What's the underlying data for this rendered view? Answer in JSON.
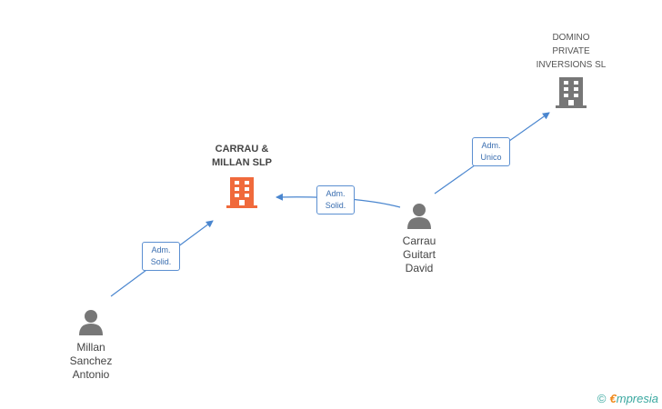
{
  "nodes": {
    "carrau_millan": {
      "line1": "CARRAU &",
      "line2": "MILLAN SLP"
    },
    "domino": {
      "line1": "DOMINO",
      "line2": "PRIVATE",
      "line3": "INVERSIONS SL"
    },
    "carrau_guitart": {
      "line1": "Carrau",
      "line2": "Guitart",
      "line3": "David"
    },
    "millan_sanchez": {
      "line1": "Millan",
      "line2": "Sanchez",
      "line3": "Antonio"
    }
  },
  "edges": {
    "millan_to_carrau": {
      "line1": "Adm.",
      "line2": "Solid."
    },
    "guitart_to_carrau": {
      "line1": "Adm.",
      "line2": "Solid."
    },
    "guitart_to_domino": {
      "line1": "Adm.",
      "line2": "Unico"
    }
  },
  "colors": {
    "main_company": "#f06a3c",
    "company": "#777777",
    "person": "#777777",
    "edge": "#4a86cf"
  },
  "footer": {
    "copyright": "©",
    "brand_e": "€",
    "brand_rest": "mpresia"
  }
}
